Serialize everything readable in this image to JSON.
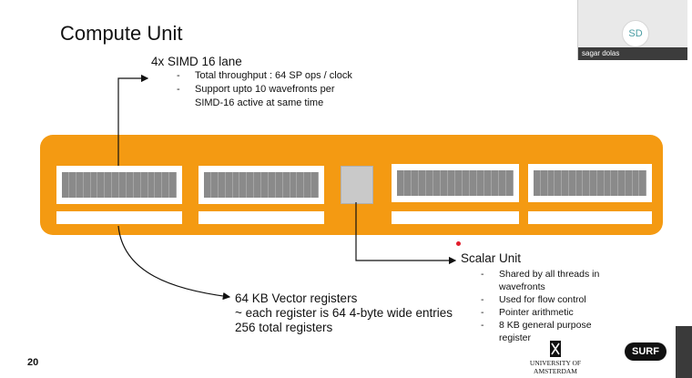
{
  "slide": {
    "title": "Compute Unit",
    "page_number": "20",
    "simd": {
      "heading": "4x SIMD 16 lane",
      "bullets": [
        "Total throughput : 64 SP ops / clock",
        "Support upto 10 wavefronts per SIMD-16 active at same time"
      ]
    },
    "vector_registers": {
      "lines": [
        "64 KB Vector registers",
        "~ each register is 64 4-byte wide entries",
        "256 total registers"
      ]
    },
    "scalar_unit": {
      "heading": "Scalar Unit",
      "bullets": [
        "Shared by all threads in wavefronts",
        "Used for flow control",
        "Pointer arithmetic",
        "8 KB general purpose register"
      ]
    },
    "logos": {
      "university": "UNIVERSITY OF AMSTERDAM",
      "surf": "SURF"
    }
  },
  "video_tile": {
    "initials": "SD",
    "participant_name": "sagar dolas"
  },
  "colors": {
    "compute_band": "#f49a12",
    "lane": "#8a8a8a",
    "scalar": "#c9c9c9"
  }
}
